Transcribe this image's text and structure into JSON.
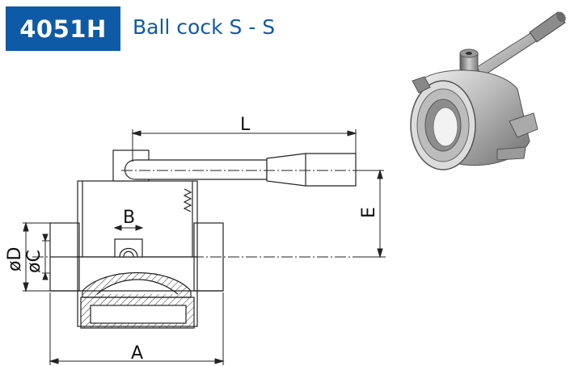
{
  "header": {
    "code": "4051H",
    "title": "Ball cock S - S"
  },
  "dimensions": {
    "L": "L",
    "B": "B",
    "E": "E",
    "D": "øD",
    "C": "øC",
    "A": "A"
  },
  "colors": {
    "brand": "#0f5aa6",
    "line": "#222222",
    "hatch": "#333333"
  }
}
